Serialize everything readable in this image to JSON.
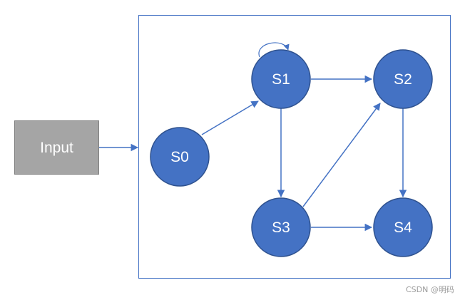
{
  "input": {
    "label": "Input"
  },
  "states": [
    {
      "id": "S0",
      "label": "S0"
    },
    {
      "id": "S1",
      "label": "S1"
    },
    {
      "id": "S2",
      "label": "S2"
    },
    {
      "id": "S3",
      "label": "S3"
    },
    {
      "id": "S4",
      "label": "S4"
    }
  ],
  "transitions": [
    {
      "from": "Input",
      "to": "state-machine"
    },
    {
      "from": "S0",
      "to": "S1"
    },
    {
      "from": "S1",
      "to": "S1"
    },
    {
      "from": "S1",
      "to": "S2"
    },
    {
      "from": "S1",
      "to": "S3"
    },
    {
      "from": "S3",
      "to": "S2"
    },
    {
      "from": "S2",
      "to": "S4"
    },
    {
      "from": "S3",
      "to": "S4"
    }
  ],
  "watermark": "CSDN @明码",
  "colors": {
    "node_fill": "#4472C4",
    "node_stroke": "#2F528F",
    "edge": "#4472C4",
    "input_fill": "#A5A5A5",
    "input_stroke": "#7F7F7F",
    "frame_stroke": "#4472C4"
  }
}
